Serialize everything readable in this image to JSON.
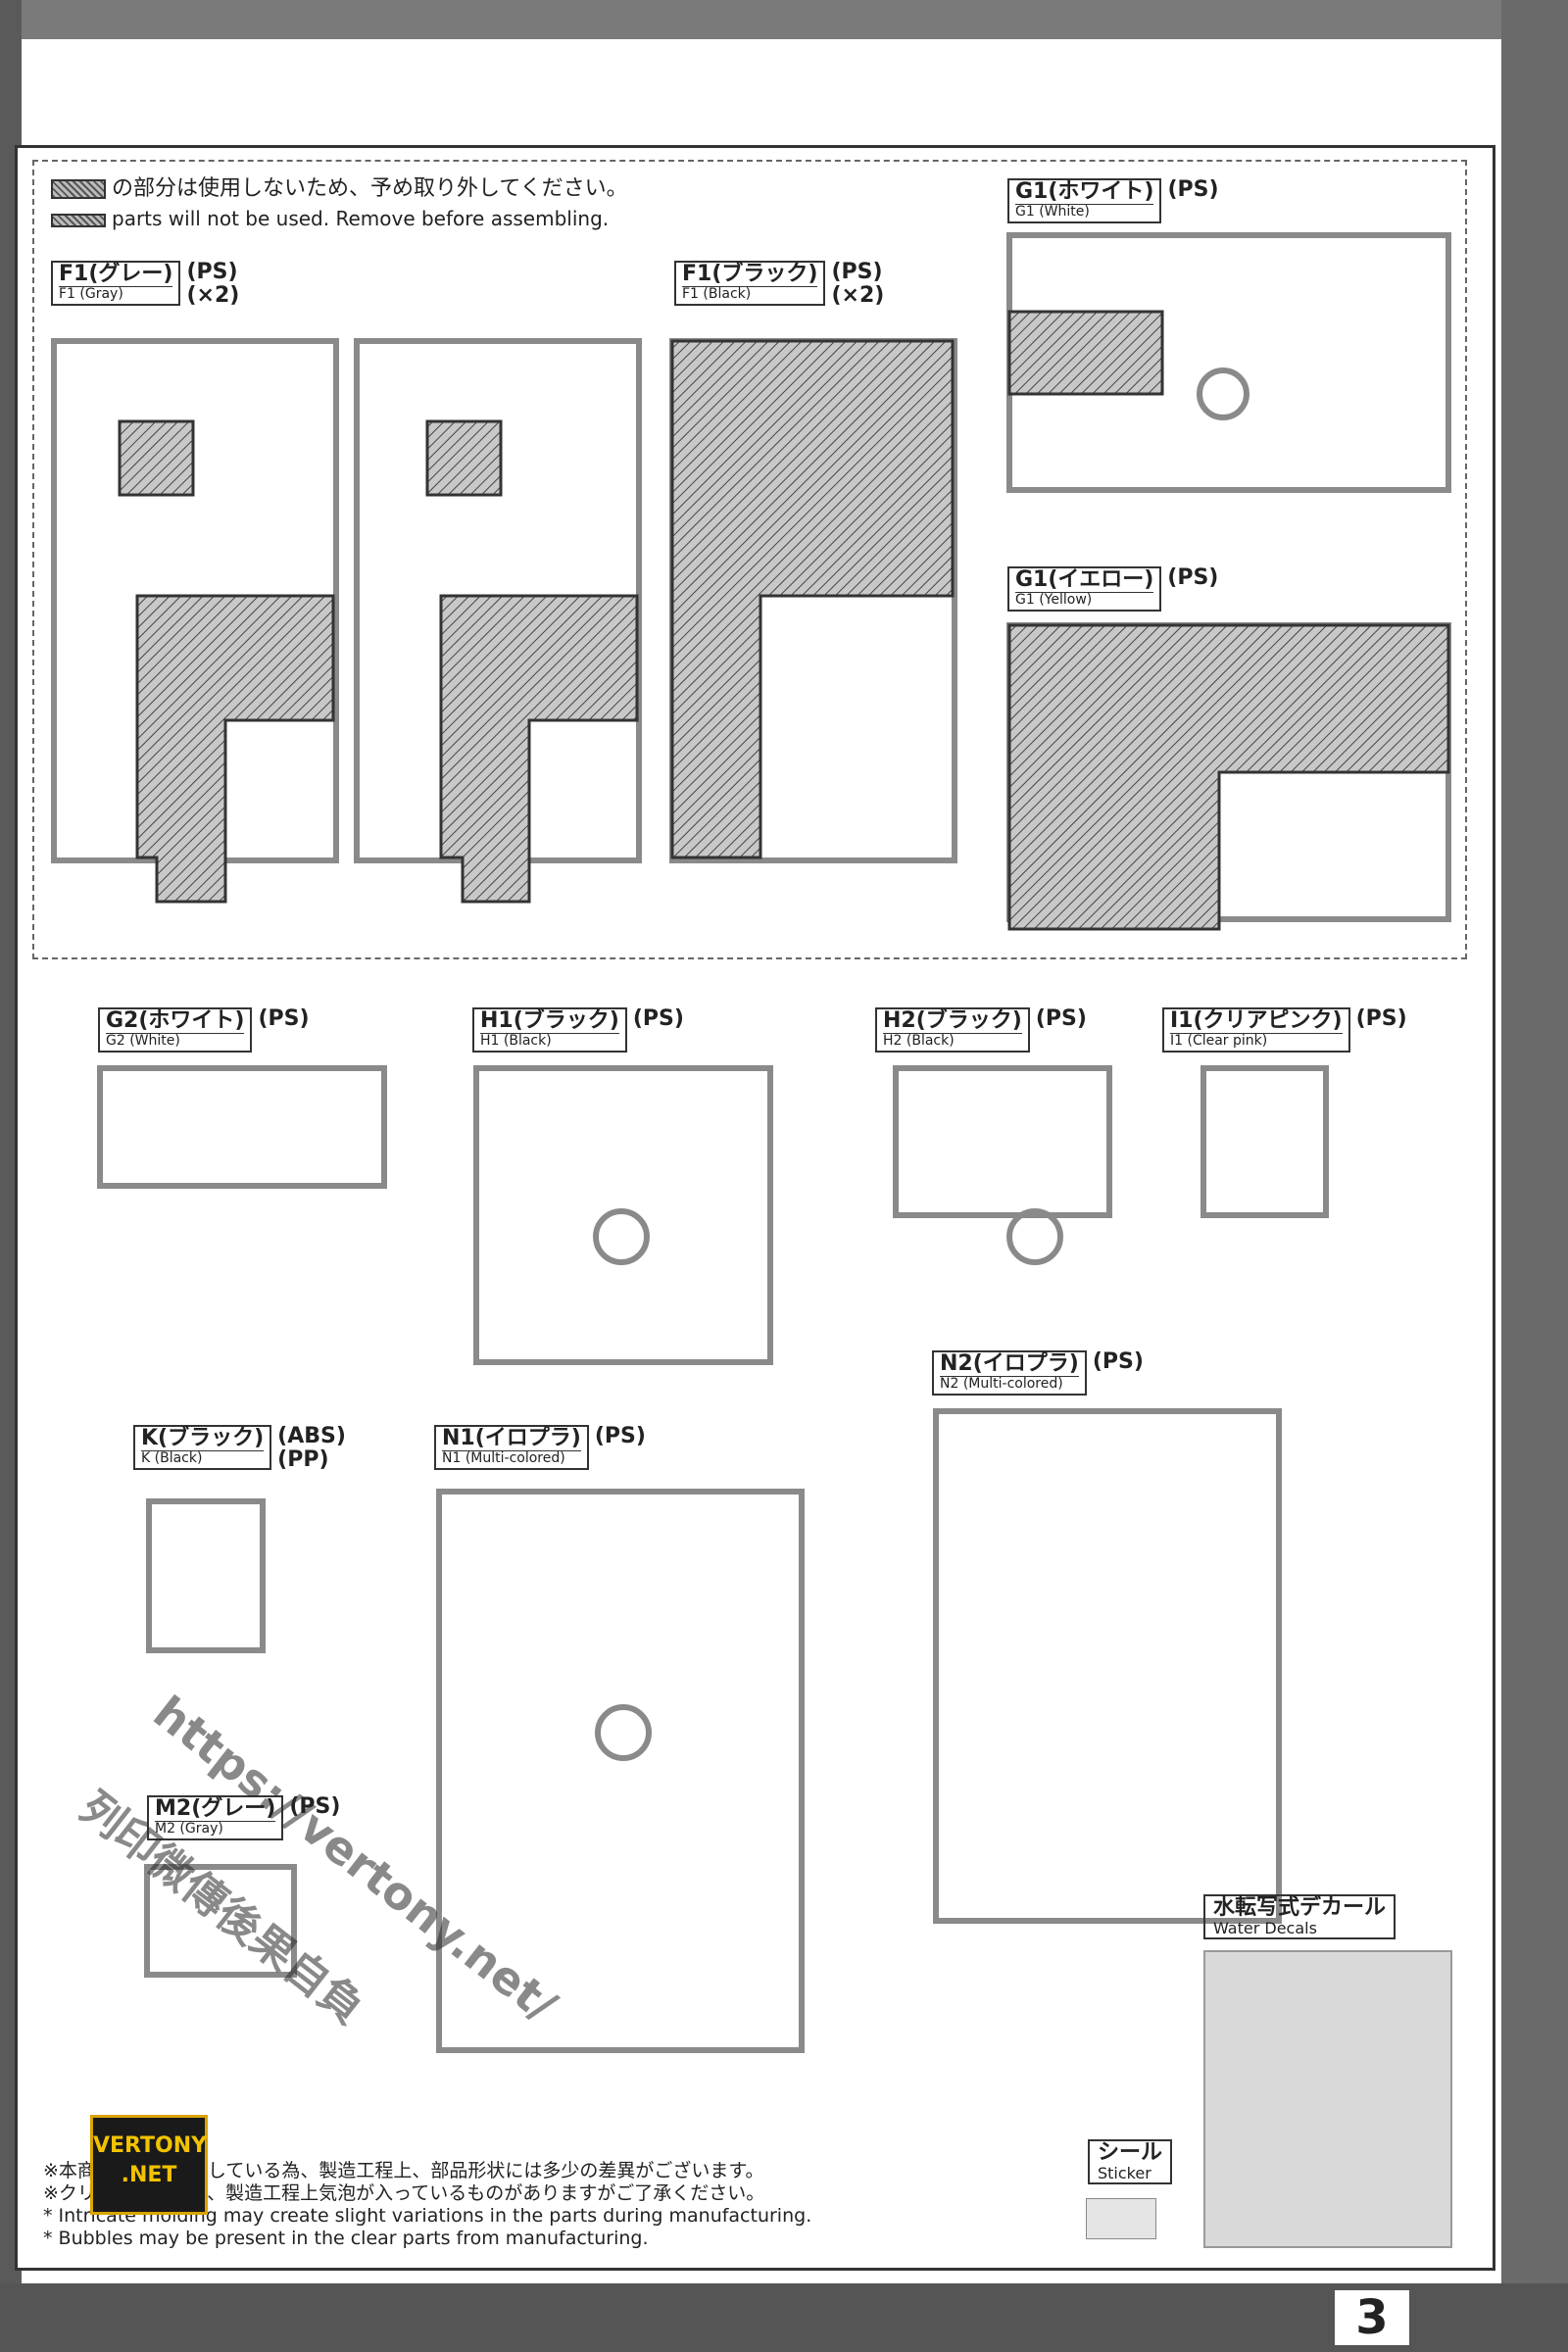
{
  "notice": {
    "jp": "の部分は使用しないため、予め取り外してください。",
    "en": "parts will not be used. Remove before assembling."
  },
  "runners": [
    {
      "id": "f1gray_a",
      "jp": "F1(グレー)",
      "en": "F1 (Gray)",
      "material": "(PS)",
      "qty": "(×2)"
    },
    {
      "id": "f1black",
      "jp": "F1(ブラック)",
      "en": "F1 (Black)",
      "material": "(PS)",
      "qty": "(×2)"
    },
    {
      "id": "g1white",
      "jp": "G1(ホワイト)",
      "en": "G1 (White)",
      "material": "(PS)"
    },
    {
      "id": "g1yellow",
      "jp": "G1(イエロー)",
      "en": "G1 (Yellow)",
      "material": "(PS)"
    },
    {
      "id": "g2white",
      "jp": "G2(ホワイト)",
      "en": "G2 (White)",
      "material": "(PS)"
    },
    {
      "id": "h1black",
      "jp": "H1(ブラック)",
      "en": "H1 (Black)",
      "material": "(PS)"
    },
    {
      "id": "h2black",
      "jp": "H2(ブラック)",
      "en": "H2 (Black)",
      "material": "(PS)"
    },
    {
      "id": "i1clearpink",
      "jp": "I1(クリアピンク)",
      "en": "I1 (Clear pink)",
      "material": "(PS)"
    },
    {
      "id": "kblack",
      "jp": "K(ブラック)",
      "en": "K (Black)",
      "material": "(ABS)",
      "material2": "(PP)"
    },
    {
      "id": "n1multi",
      "jp": "N1(イロプラ)",
      "en": "N1 (Multi-colored)",
      "material": "(PS)"
    },
    {
      "id": "n2multi",
      "jp": "N2(イロプラ)",
      "en": "N2 (Multi-colored)",
      "material": "(PS)"
    },
    {
      "id": "m2gray",
      "jp": "M2(グレー)",
      "en": "M2 (Gray)",
      "material": "(PS)"
    }
  ],
  "decals": {
    "jp": "水転写式デカール",
    "en": "Water Decals"
  },
  "sticker": {
    "jp": "シール",
    "en": "Sticker"
  },
  "notes": [
    "※本商品は加工を施している為、製造工程上、部品形状には多少の差異がございます。",
    "※クリアパーツには、製造工程上気泡が入っているものがありますがご了承ください。",
    "* Intricate molding may create slight variations in the parts during manufacturing.",
    "* Bubbles may be present in the clear parts from manufacturing."
  ],
  "watermark": {
    "line1": "https://vertony.net/",
    "line2": "列印微傳後果自負"
  },
  "logo": {
    "line1": "VERTONY",
    ".net": ".NET"
  },
  "page_number": "3"
}
